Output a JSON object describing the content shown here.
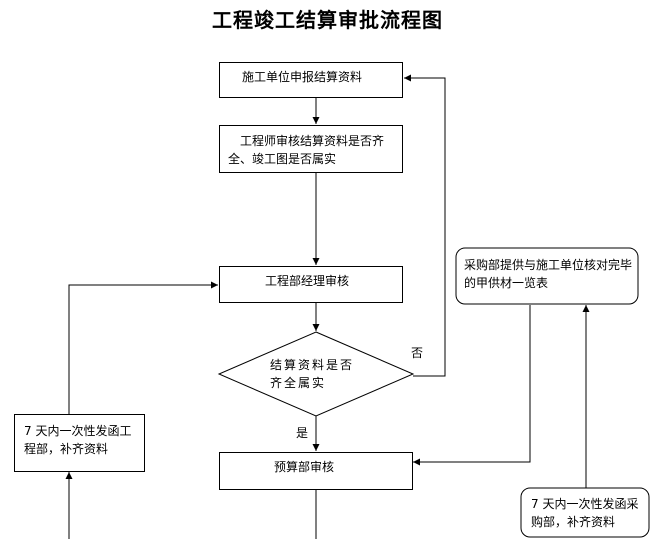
{
  "title": "工程竣工结算审批流程图",
  "nodes": {
    "submit": "施工单位申报结算资料",
    "engineer_review": "工程师审核结算资料是否齐全、竣工图是否属实",
    "manager_review": "工程部经理审核",
    "decision": "结算资料是否齐全属实",
    "budget_review": "预算部审核",
    "purchase_list": "采购部提供与施工单位核对完毕的甲供材一览表",
    "notify_engineering": "7 天内一次性发函工程部，补齐资料",
    "notify_purchase": "7 天内一次性发函采购部，补齐资料"
  },
  "edge_labels": {
    "no": "否",
    "yes": "是"
  }
}
